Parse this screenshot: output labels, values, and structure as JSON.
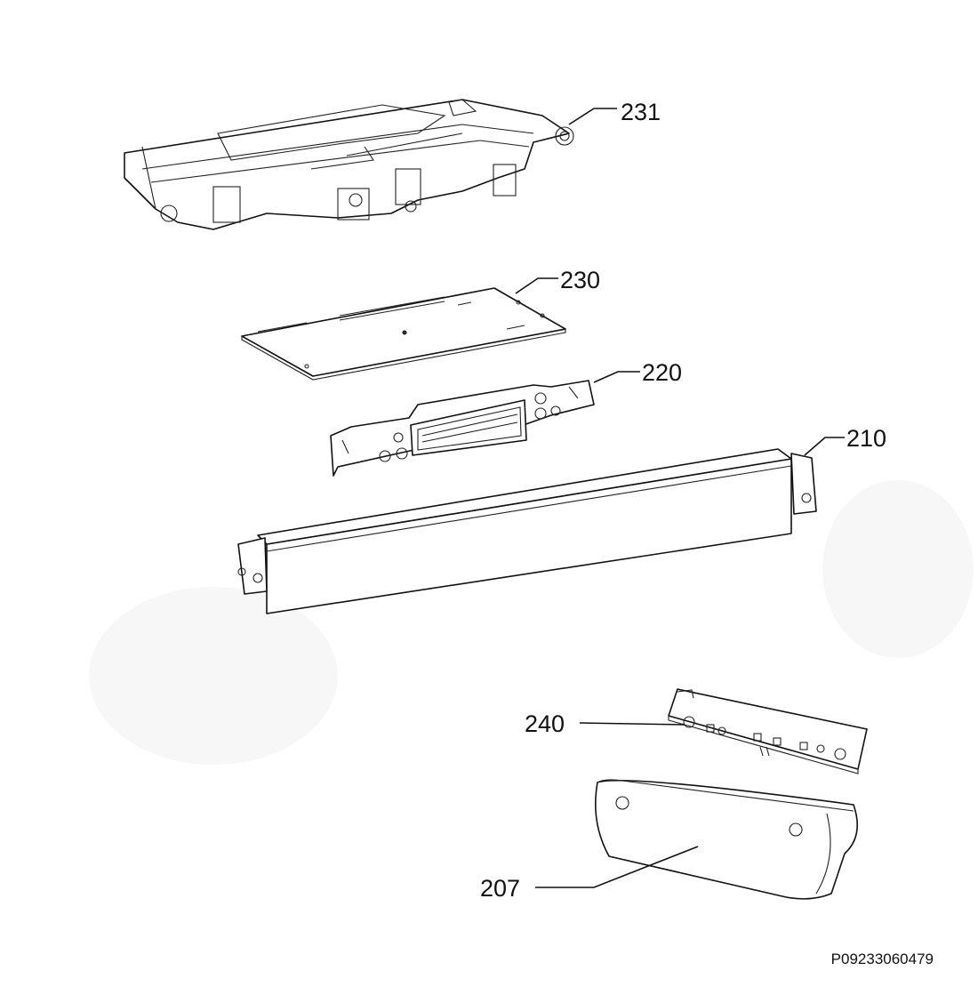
{
  "callouts": {
    "c231": "231",
    "c230": "230",
    "c220": "220",
    "c210": "210",
    "c240": "240",
    "c207": "207"
  },
  "reference_code": "P09233060479"
}
